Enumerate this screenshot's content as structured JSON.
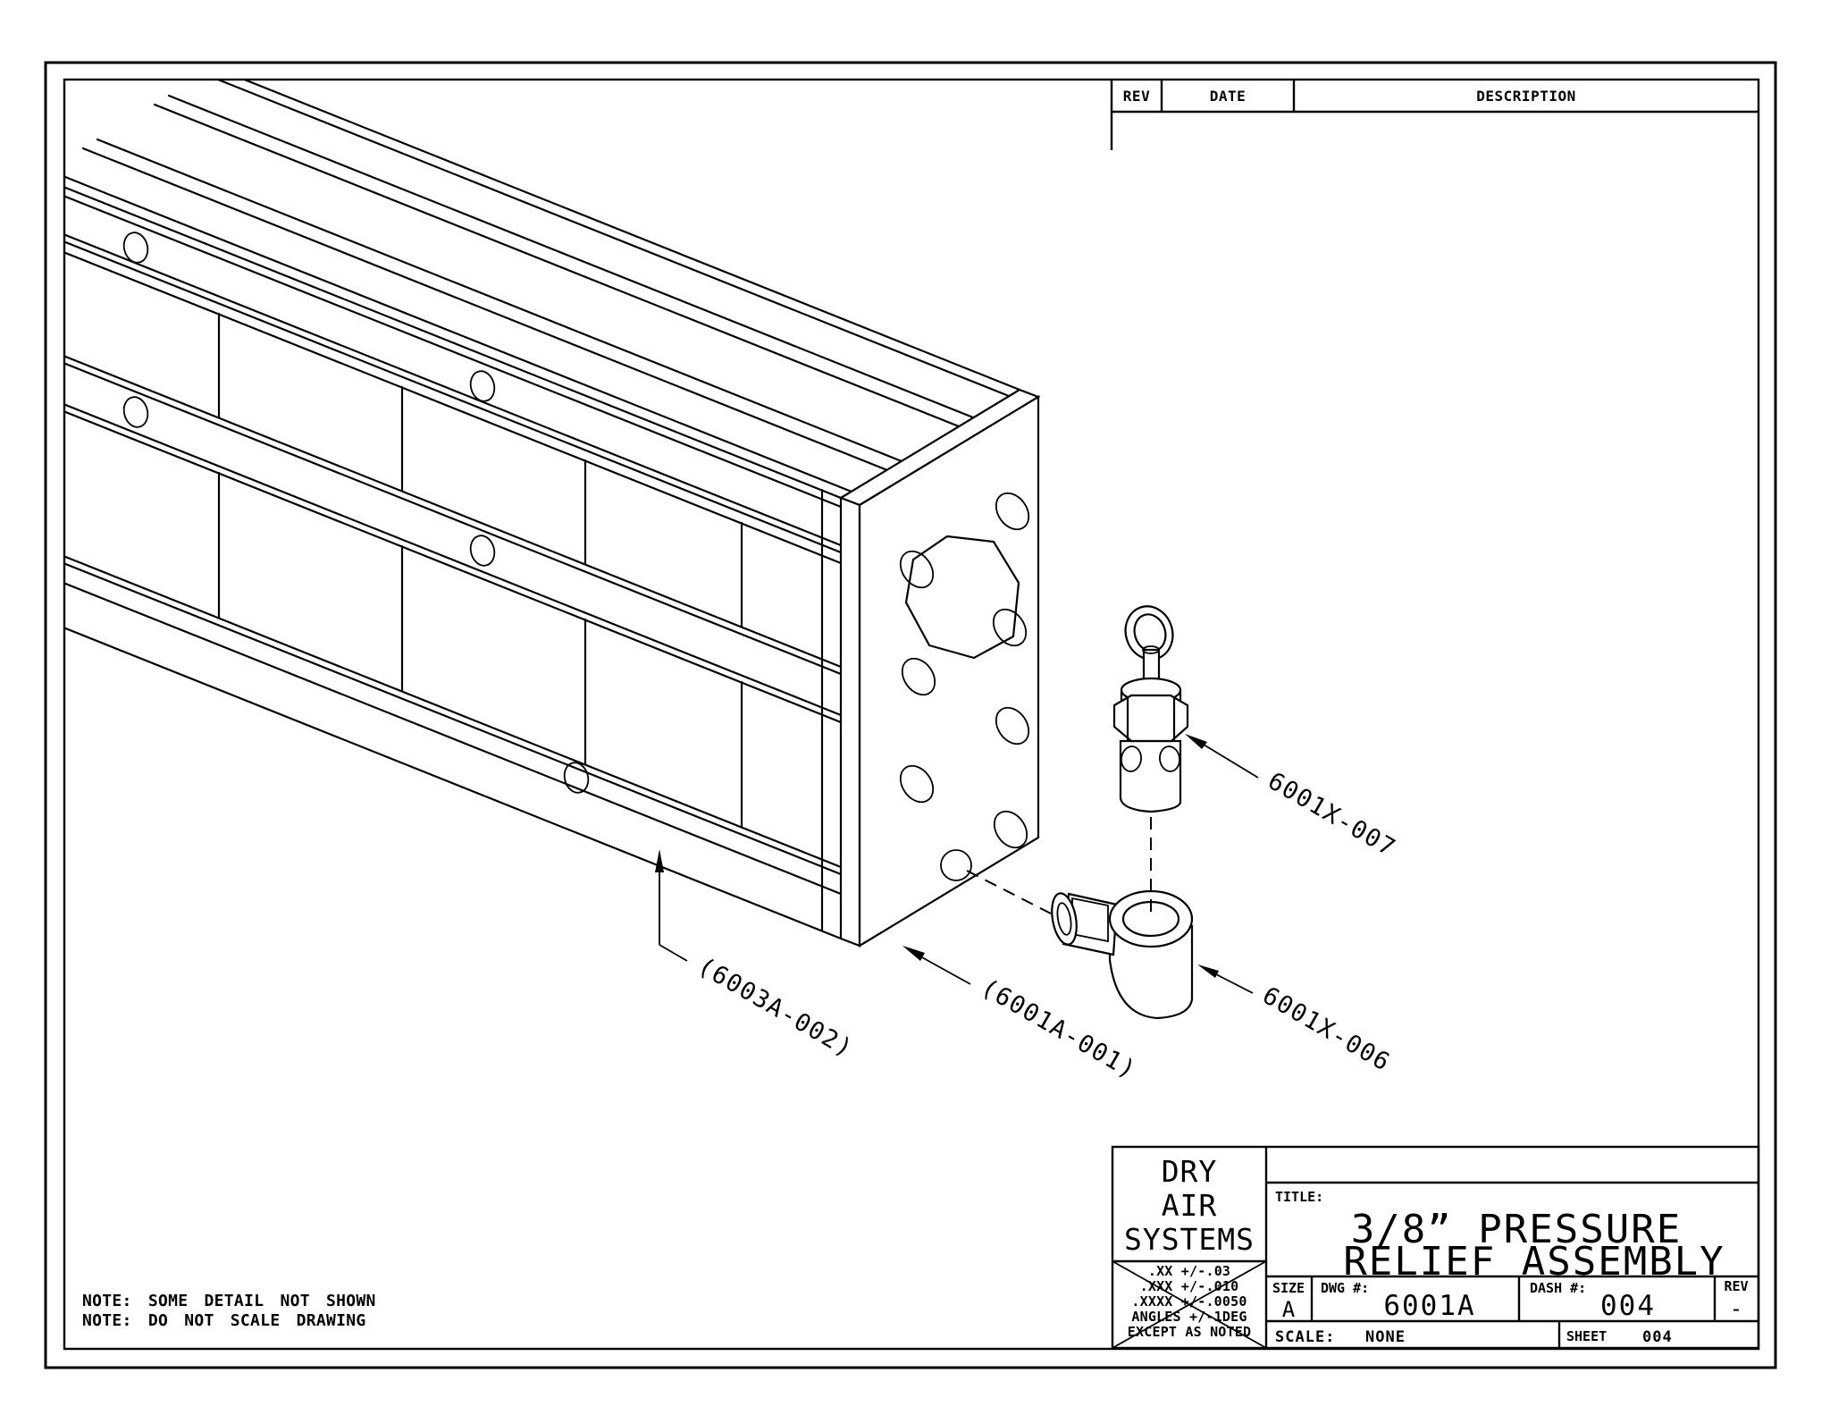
{
  "sheet": {
    "revision_table": {
      "rev": "REV",
      "date": "DATE",
      "description": "DESCRIPTION"
    },
    "notes": {
      "line1": "NOTE: SOME DETAIL NOT SHOWN",
      "line2": "NOTE: DO NOT SCALE DRAWING"
    },
    "part_labels": {
      "rail": "(6003A-002)",
      "end_plate": "(6001A-001)",
      "valve": "6001X-007",
      "elbow": "6001X-006"
    },
    "title_block": {
      "company_line1": "DRY",
      "company_line2": "AIR",
      "company_line3": "SYSTEMS",
      "tol_line1": ".XX +/-.03",
      "tol_line2": ".XXX +/-.010",
      "tol_line3": ".XXXX +/-.0050",
      "tol_line4": "ANGLES +/-1DEG",
      "tol_line5": "EXCEPT AS NOTED",
      "title_label": "TITLE:",
      "title_line1": "3/8” PRESSURE",
      "title_line2": "RELIEF ASSEMBLY",
      "size_label": "SIZE",
      "size_value": "A",
      "dwg_label": "DWG #:",
      "dwg_value": "6001A",
      "dash_label": "DASH #:",
      "dash_value": "004",
      "rev_label": "REV",
      "rev_value": "-",
      "scale_label": "SCALE:",
      "scale_value": "NONE",
      "sheet_label": "SHEET",
      "sheet_value": "004"
    },
    "colors": {
      "ink": "#000000",
      "paper": "#ffffff"
    }
  }
}
